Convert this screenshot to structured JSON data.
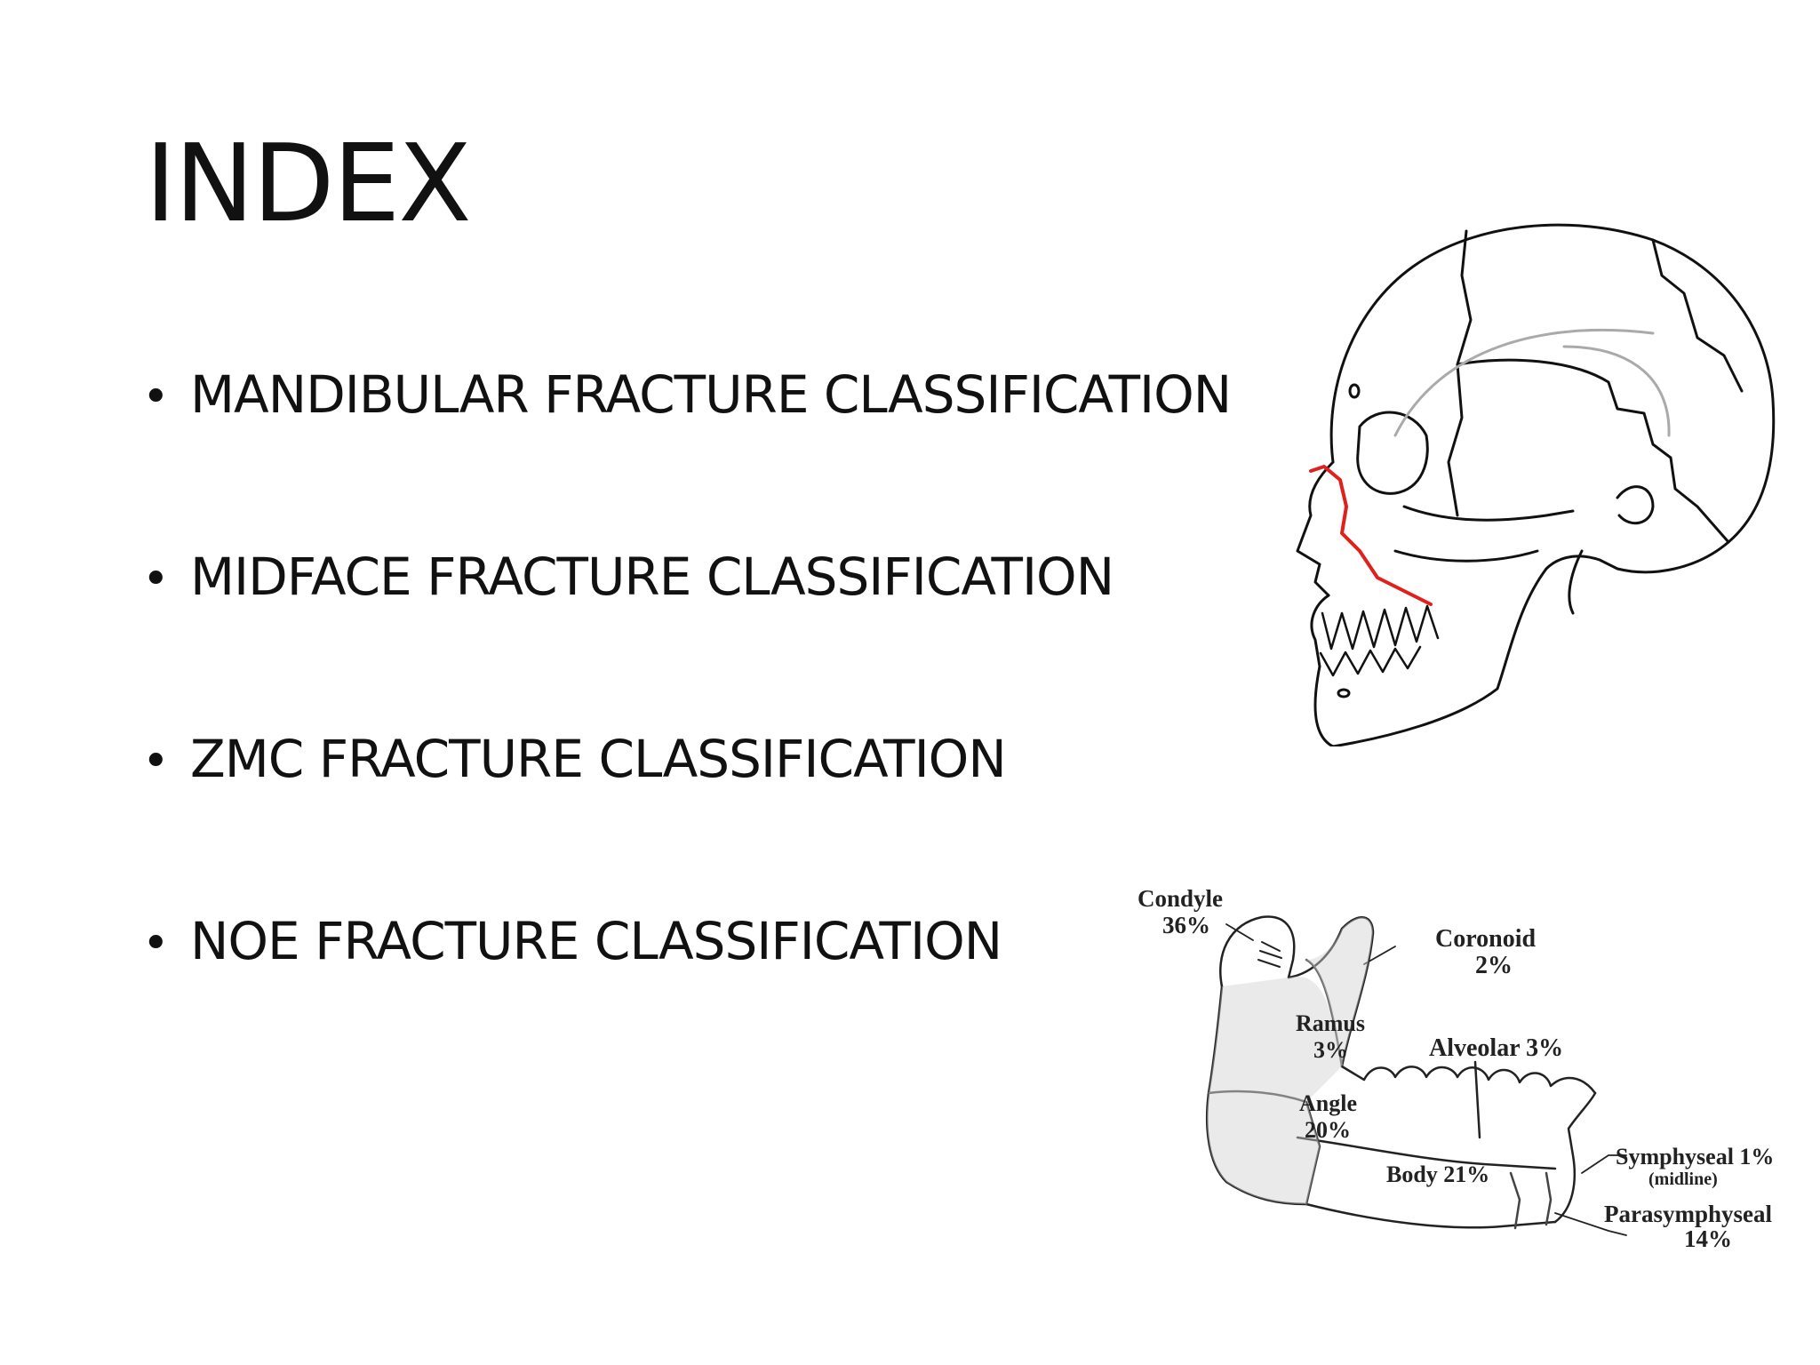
{
  "slide": {
    "title": "INDEX",
    "bullets": [
      "MANDIBULAR FRACTURE CLASSIFICATION",
      "MIDFACE FRACTURE CLASSIFICATION",
      "ZMC FRACTURE CLASSIFICATION",
      "NOE FRACTURE CLASSIFICATION"
    ],
    "bullet_glyph": "•"
  },
  "figures": {
    "skull": {
      "icon": "skull-lateral-diagram",
      "fracture_line_color": "#e0201c"
    },
    "mandible": {
      "icon": "mandible-fracture-sites-diagram",
      "labels": {
        "condyle_name": "Condyle",
        "condyle_pct": "36%",
        "coronoid_name": "Coronoid",
        "coronoid_pct": "2%",
        "ramus_name": "Ramus",
        "ramus_pct": "3%",
        "alveolar": "Alveolar 3%",
        "angle_name": "Angle",
        "angle_pct": "20%",
        "body": "Body 21%",
        "symphyseal": "Symphyseal 1%",
        "symphyseal_note": "(midline)",
        "parasymphyseal_name": "Parasymphyseal",
        "parasymphyseal_pct": "14%"
      }
    }
  }
}
